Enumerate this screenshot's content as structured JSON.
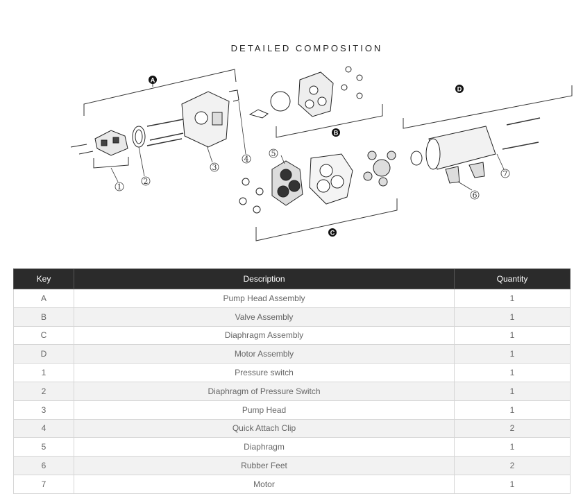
{
  "title": "DETAILED COMPOSITION",
  "diagram": {
    "groups": [
      "A",
      "B",
      "C",
      "D"
    ],
    "numbers": [
      "1",
      "2",
      "3",
      "4",
      "5",
      "6",
      "7"
    ]
  },
  "table": {
    "headers": {
      "key": "Key",
      "description": "Description",
      "quantity": "Quantity"
    },
    "rows": [
      {
        "key": "A",
        "description": "Pump Head Assembly",
        "quantity": "1"
      },
      {
        "key": "B",
        "description": "Valve Assembly",
        "quantity": "1"
      },
      {
        "key": "C",
        "description": "Diaphragm Assembly",
        "quantity": "1"
      },
      {
        "key": "D",
        "description": "Motor Assembly",
        "quantity": "1"
      },
      {
        "key": "1",
        "description": "Pressure switch",
        "quantity": "1"
      },
      {
        "key": "2",
        "description": "Diaphragm of Pressure Switch",
        "quantity": "1"
      },
      {
        "key": "3",
        "description": "Pump Head",
        "quantity": "1"
      },
      {
        "key": "4",
        "description": "Quick Attach Clip",
        "quantity": "2"
      },
      {
        "key": "5",
        "description": "Diaphragm",
        "quantity": "1"
      },
      {
        "key": "6",
        "description": "Rubber Feet",
        "quantity": "2"
      },
      {
        "key": "7",
        "description": "Motor",
        "quantity": "1"
      }
    ]
  }
}
